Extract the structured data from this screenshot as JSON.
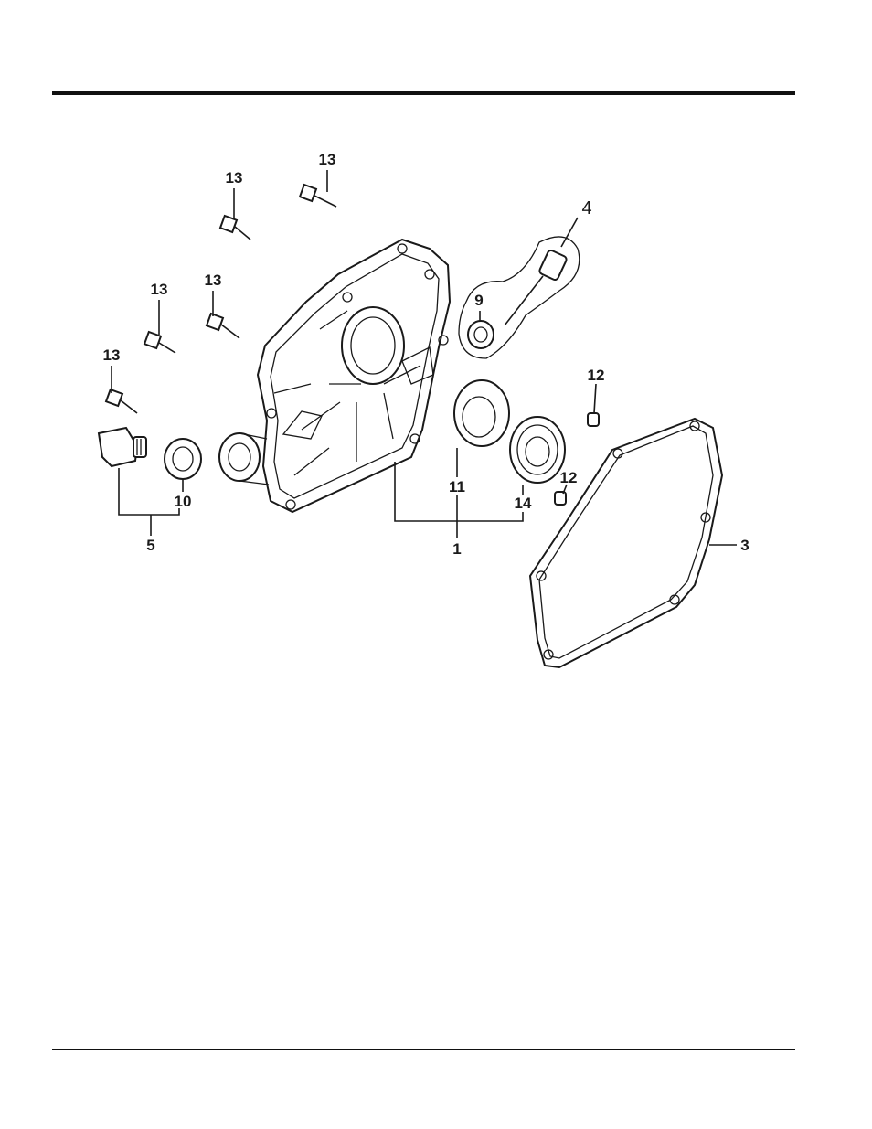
{
  "callouts": {
    "c1": "1",
    "c3": "3",
    "c4": "4",
    "c5": "5",
    "c9": "9",
    "c10": "10",
    "c11": "11",
    "c12a": "12",
    "c12b": "12",
    "c13a": "13",
    "c13b": "13",
    "c13c": "13",
    "c13d": "13",
    "c13e": "13",
    "c14": "14"
  }
}
